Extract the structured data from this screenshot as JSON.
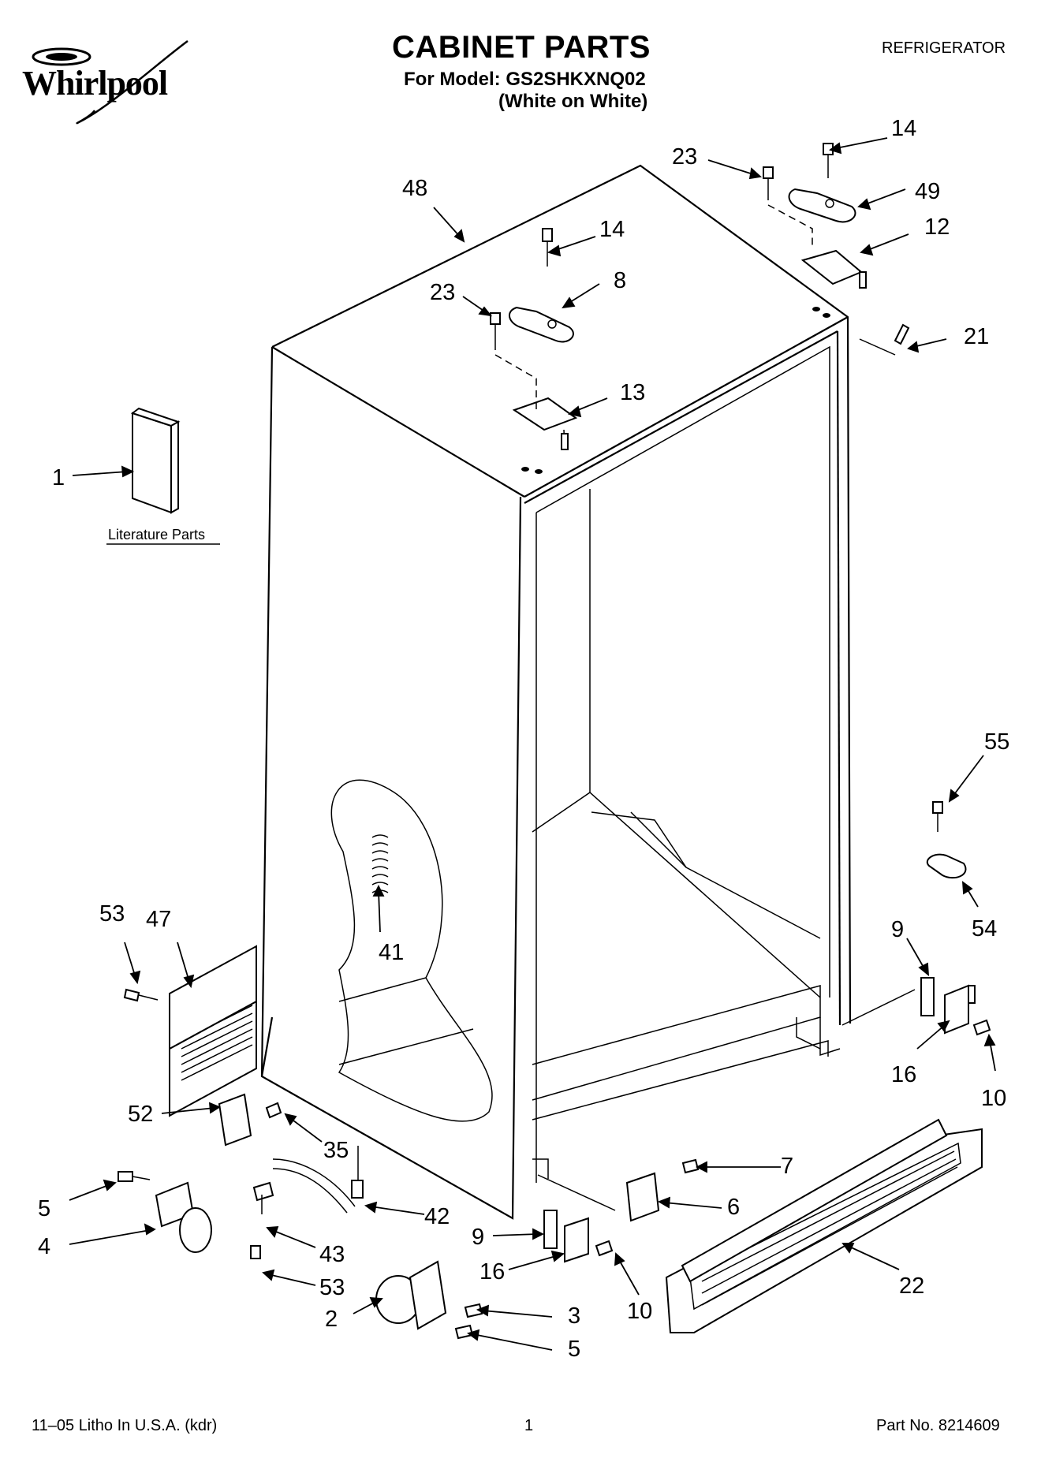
{
  "header": {
    "brand": "Whirlpool",
    "title": "CABINET PARTS",
    "model_line": "For Model: GS2SHKXNQ02",
    "color_line": "(White on White)",
    "category": "REFRIGERATOR"
  },
  "diagram": {
    "literature_label": "Literature Parts",
    "callouts": [
      "1",
      "48",
      "23",
      "14",
      "8",
      "13",
      "23",
      "14",
      "49",
      "12",
      "21",
      "55",
      "54",
      "9",
      "16",
      "10",
      "53",
      "47",
      "41",
      "52",
      "35",
      "5",
      "4",
      "42",
      "43",
      "53",
      "9",
      "16",
      "10",
      "7",
      "6",
      "2",
      "3",
      "5",
      "22"
    ]
  },
  "footer": {
    "litho": "11–05 Litho In U.S.A. (kdr)",
    "page": "1",
    "part_no": "Part No. 8214609"
  }
}
